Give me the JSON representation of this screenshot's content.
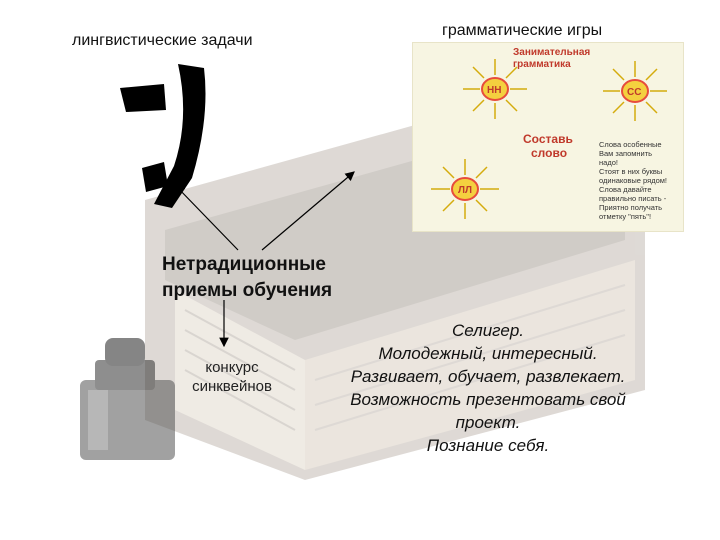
{
  "labels": {
    "linguistic_tasks": "лингвистические задачи",
    "grammar_games": "грамматические игры",
    "big_glyph": "?"
  },
  "heading": {
    "line1": "Нетрадиционные",
    "line2": "приемы обучения"
  },
  "syncwine": {
    "line1": "конкурс",
    "line2": "синквейнов"
  },
  "review": {
    "lines": [
      "Селигер.",
      "Молодежный, интересный.",
      "Развивает, обучает, развлекает.",
      "Возможность презентовать свой",
      "проект.",
      "Познание себя."
    ]
  },
  "games_panel": {
    "title_line1": "Занимательная",
    "title_line2": "грамматика",
    "wheel_nn": "НН",
    "wheel_ss": "СС",
    "wheel_ll": "ЛЛ",
    "compose_line1": "Составь",
    "compose_line2": "слово",
    "hint_text": [
      "Слова особенные",
      "Вам запомнить",
      "надо!",
      "Стоят в них буквы",
      "одинаковые рядом!",
      "Слова давайте",
      "правильно писать -",
      "Приятно получать",
      "отметку \"пять\"!"
    ],
    "colors": {
      "title": "#c0392b",
      "wheel_ring": "#e74c3c",
      "wheel_fill": "#f4d03f",
      "rays": "#d4ac0d",
      "small_words": "#444444"
    }
  }
}
